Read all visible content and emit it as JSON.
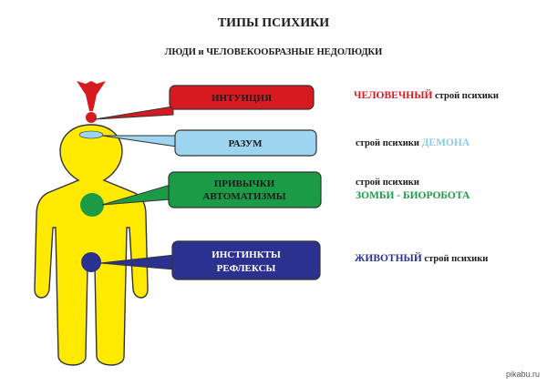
{
  "title": "ТИПЫ ПСИХИКИ",
  "subtitle": "ЛЮДИ и ЧЕЛОВЕКООБРАЗНЫЕ НЕДОЛЮДКИ",
  "levels": [
    {
      "box_lines": [
        "ИНТУИЦИЯ"
      ],
      "box_color": "#d71920",
      "box_text_color": "#1a1a1a",
      "desc_highlight": "ЧЕЛОВЕЧНЫЙ",
      "desc_text": " строй психики"
    },
    {
      "box_lines": [
        "РАЗУМ"
      ],
      "box_color": "#9dd4f0",
      "box_text_color": "#1a1a1a",
      "desc_text": "строй психики ",
      "desc_highlight": "ДЕМОНА"
    },
    {
      "box_lines": [
        "ПРИВЫЧКИ",
        "АВТОМАТИЗМЫ"
      ],
      "box_color": "#1c9b47",
      "box_text_color": "#1a1a1a",
      "desc_line1": "строй психики",
      "desc_highlight": "ЗОМБИ - БИОРОБОТА"
    },
    {
      "box_lines": [
        "ИНСТИНКТЫ",
        "РЕФЛЕКСЫ"
      ],
      "box_color": "#2b318f",
      "box_text_color": "#ffffff",
      "desc_highlight": "ЖИВОТНЫЙ",
      "desc_text": " строй психики"
    }
  ],
  "figure_color": "#ffea00",
  "watermark": "pikabu.ru"
}
